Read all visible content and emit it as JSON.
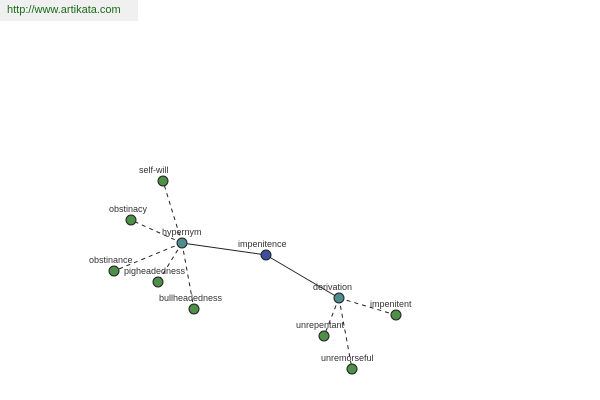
{
  "header": {
    "url": "http://www.artikata.com"
  },
  "colors": {
    "leaf_node": "#4f8f47",
    "relation_node": "#4f8e8e",
    "center_node": "#3d4f9e",
    "edge": "#222222"
  },
  "graph": {
    "center": "impenitence",
    "relations": [
      {
        "key": "hypernym",
        "label": "hypernym",
        "terms": [
          "self-will",
          "obstinacy",
          "obstinance",
          "pigheadedness",
          "bullheadedness"
        ]
      },
      {
        "key": "derivation",
        "label": "derivation",
        "terms": [
          "impenitent",
          "unrepentant",
          "unremorseful"
        ]
      }
    ]
  }
}
